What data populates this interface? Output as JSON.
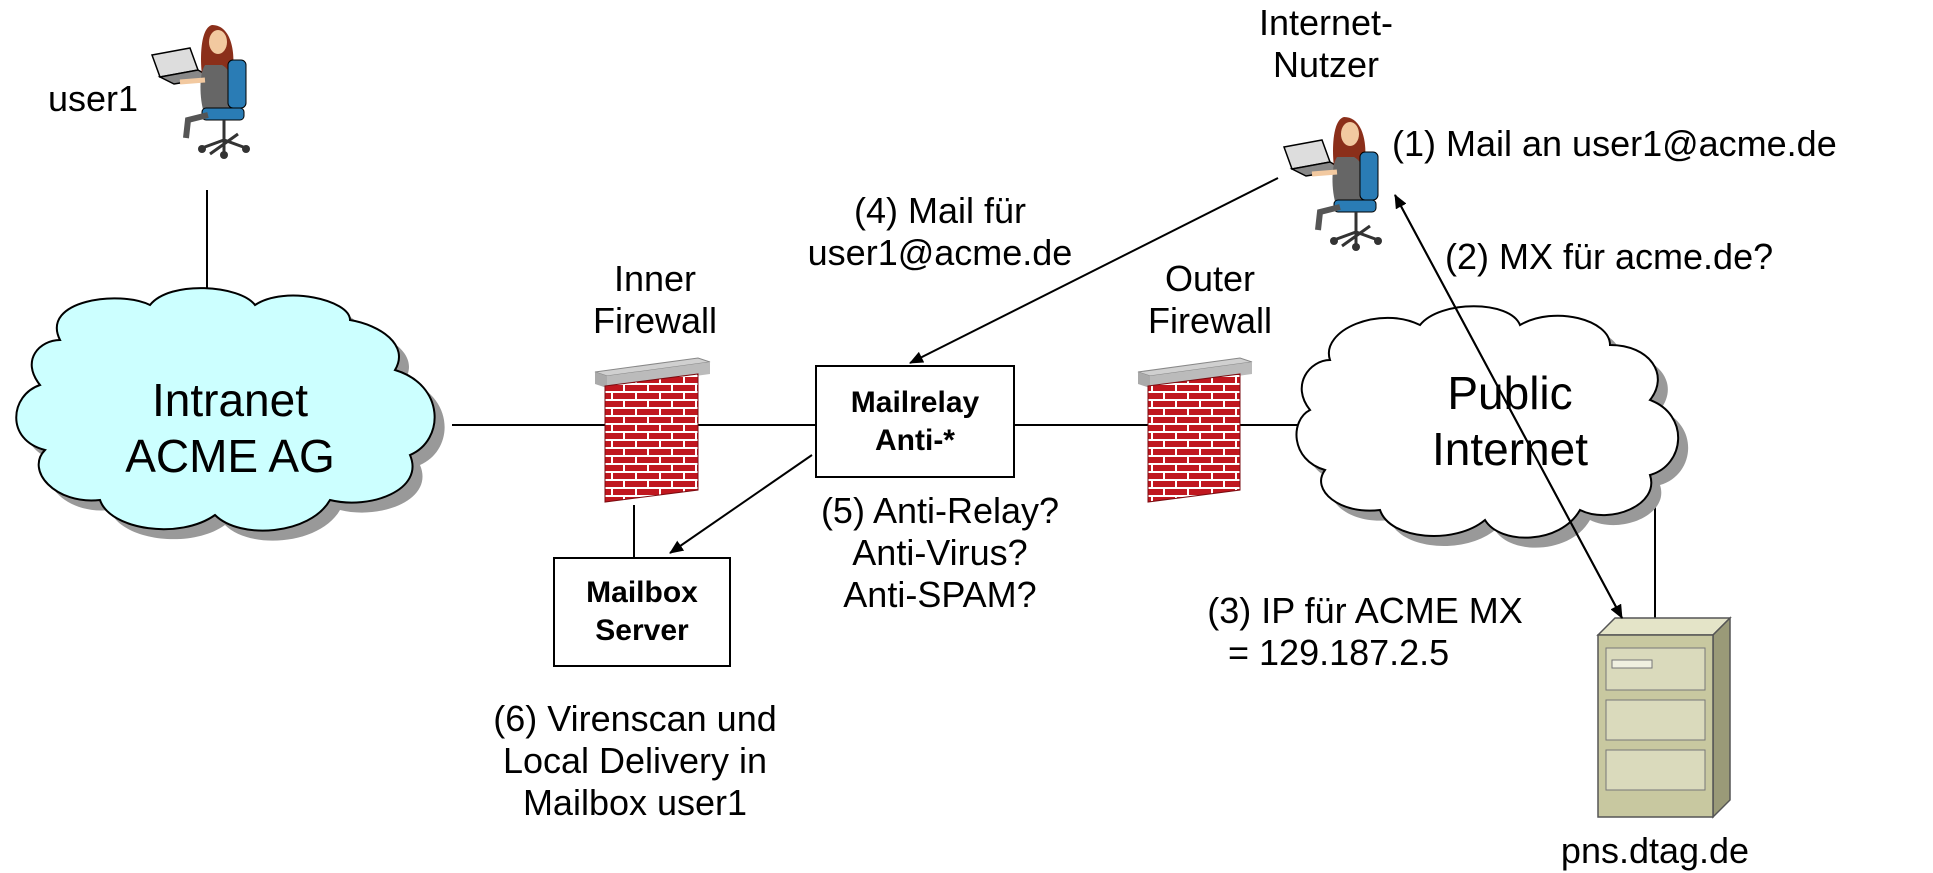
{
  "labels": {
    "user1": "user1",
    "internet_user_line1": "Internet-",
    "internet_user_line2": "Nutzer",
    "step1": "(1) Mail an user1@acme.de",
    "step2": "(2) MX für acme.de?",
    "step3_line1": "(3) IP für ACME MX",
    "step3_line2": "= 129.187.2.5",
    "step4_line1": "(4) Mail für",
    "step4_line2": "user1@acme.de",
    "step5_line1": "(5) Anti-Relay?",
    "step5_line2": "Anti-Virus?",
    "step5_line3": "Anti-SPAM?",
    "step6_line1": "(6) Virenscan und",
    "step6_line2": "Local Delivery in",
    "step6_line3": "Mailbox user1",
    "inner_fw_line1": "Inner",
    "inner_fw_line2": "Firewall",
    "outer_fw_line1": "Outer",
    "outer_fw_line2": "Firewall",
    "dns_server": "pns.dtag.de"
  },
  "nodes": {
    "intranet": {
      "line1": "Intranet",
      "line2": "ACME AG"
    },
    "internet": {
      "line1": "Public",
      "line2": "Internet"
    },
    "mailrelay": {
      "line1": "Mailrelay",
      "line2": "Anti-*"
    },
    "mailbox": {
      "line1": "Mailbox",
      "line2": "Server"
    }
  },
  "colors": {
    "intranet_cloud": "#ccffff",
    "internet_cloud": "#ffffff",
    "brick": "#c0171f",
    "mortar": "#ffffff",
    "server": "#c8c8a0",
    "chair": "#2a7cb5",
    "hair": "#8b2f1a"
  }
}
